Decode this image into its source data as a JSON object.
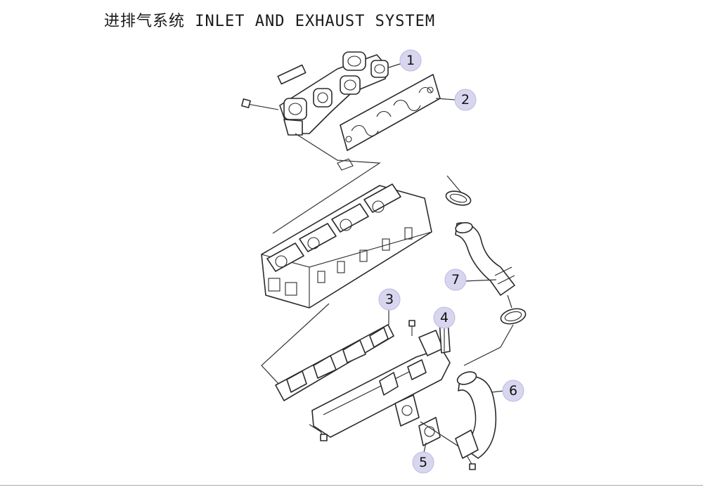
{
  "title": "进排气系统 INLET AND EXHAUST SYSTEM",
  "callouts": [
    {
      "number": "1"
    },
    {
      "number": "2"
    },
    {
      "number": "3"
    },
    {
      "number": "4"
    },
    {
      "number": "5"
    },
    {
      "number": "6"
    },
    {
      "number": "7"
    }
  ]
}
